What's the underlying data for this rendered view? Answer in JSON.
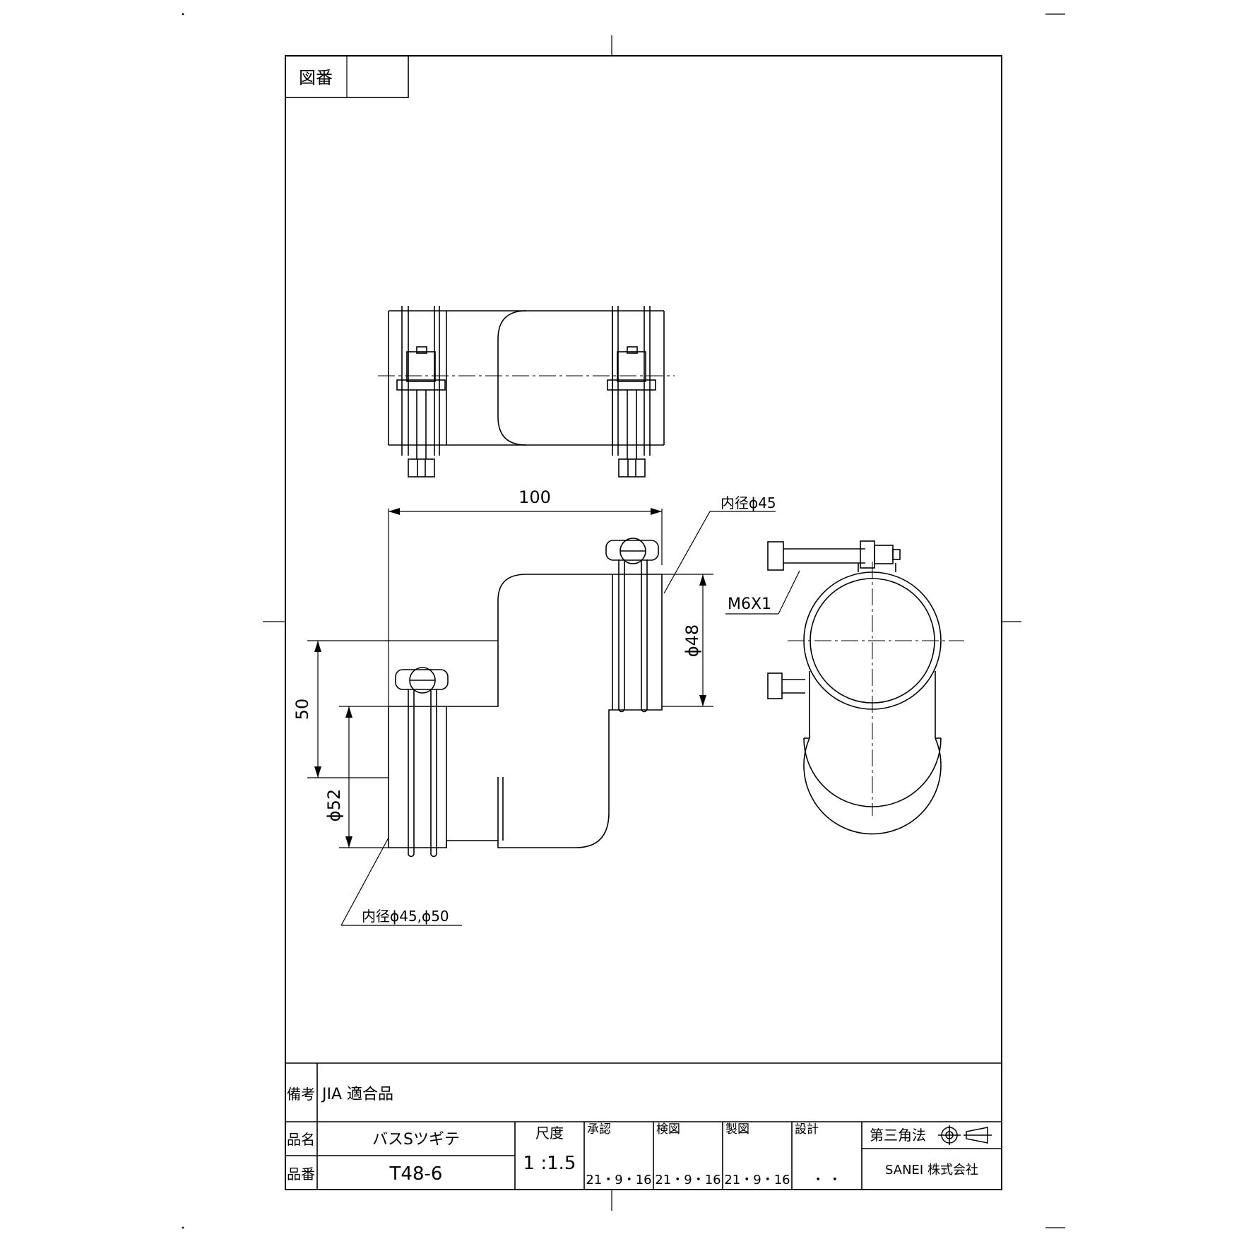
{
  "drawing_number_label": "図番",
  "dimensions": {
    "length": "100",
    "inner_diameter_outlet": "内径ϕ45",
    "diameter_outlet": "ϕ48",
    "offset": "50",
    "diameter_inlet": "ϕ52",
    "inner_diameter_inlet": "内径ϕ45,ϕ50",
    "bolt": "M6X1"
  },
  "title_block": {
    "remarks_label": "備考",
    "remarks_value": "JIA 適合品",
    "product_name_label": "品名",
    "product_name_value": "バスSツギテ",
    "product_number_label": "品番",
    "product_number_value": "T48-6",
    "scale_label": "尺度",
    "scale_value": "1 :1.5",
    "approved_label": "承認",
    "approved_date": "21・9・16",
    "checked_label": "検図",
    "checked_date": "21・9・16",
    "drawn_label": "製図",
    "drawn_date": "21・9・16",
    "design_label": "設計",
    "design_date": "・ ・",
    "projection_label": "第三角法",
    "company": "SANEI 株式会社"
  }
}
